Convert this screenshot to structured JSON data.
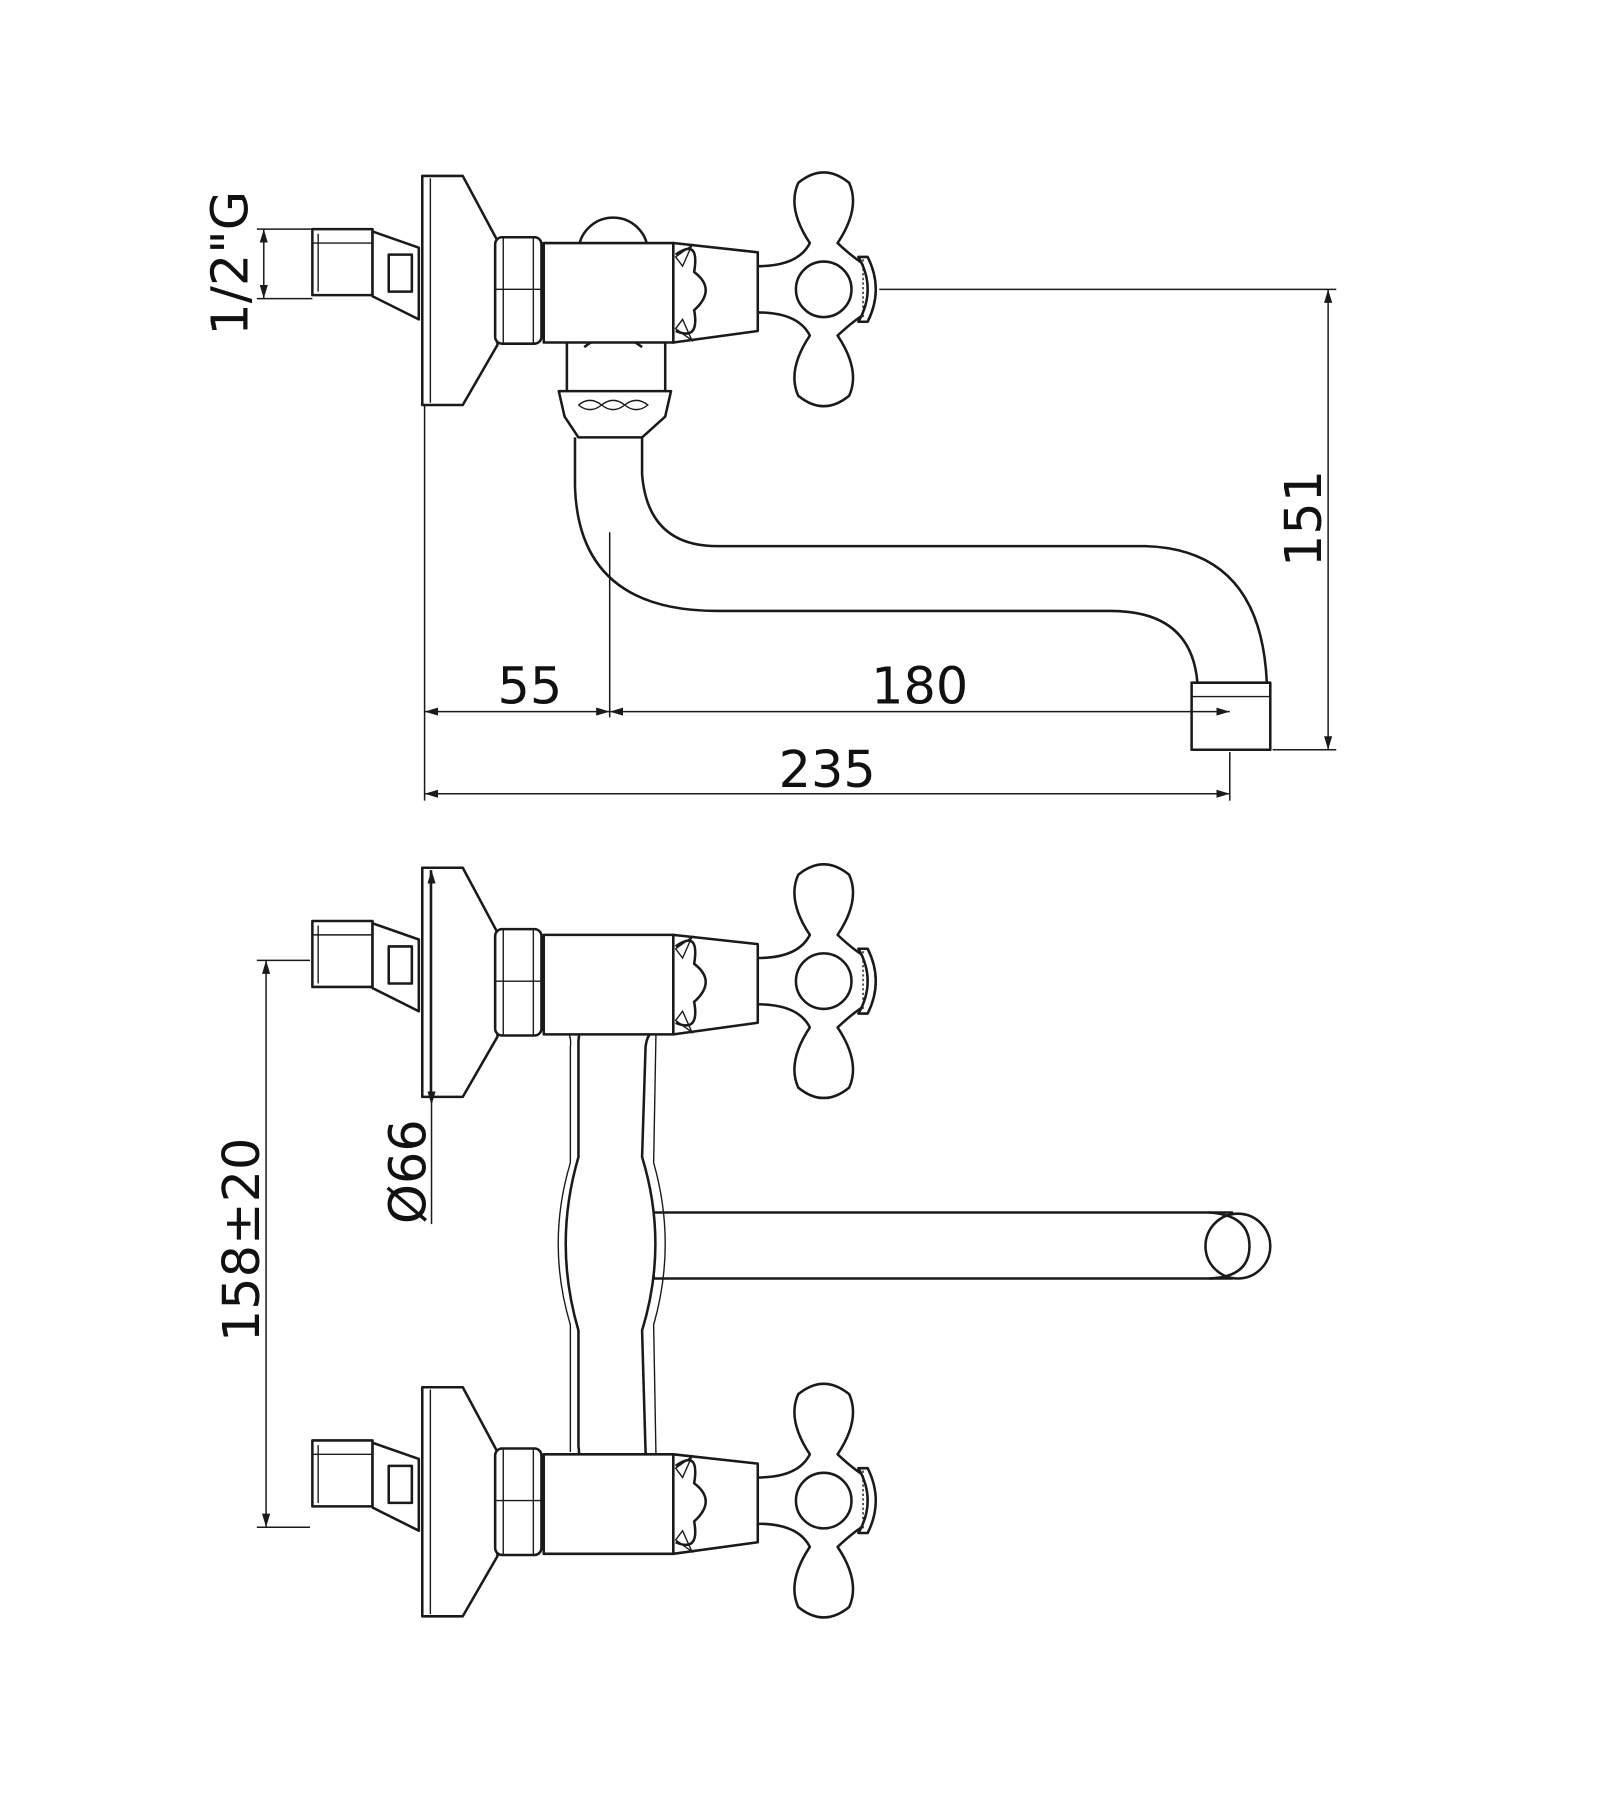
{
  "title": "Wall-mounted two-handle tap technical drawing",
  "top_view": {
    "thread_label": "1/2\"G",
    "height_label": "151",
    "offset_label": "55",
    "spout_label": "180",
    "total_label": "235"
  },
  "front_view": {
    "plate_diameter_label": "Ø66",
    "centers_label": "158±20"
  },
  "colors": {
    "line": "#1a1a1a",
    "background": "#ffffff"
  }
}
